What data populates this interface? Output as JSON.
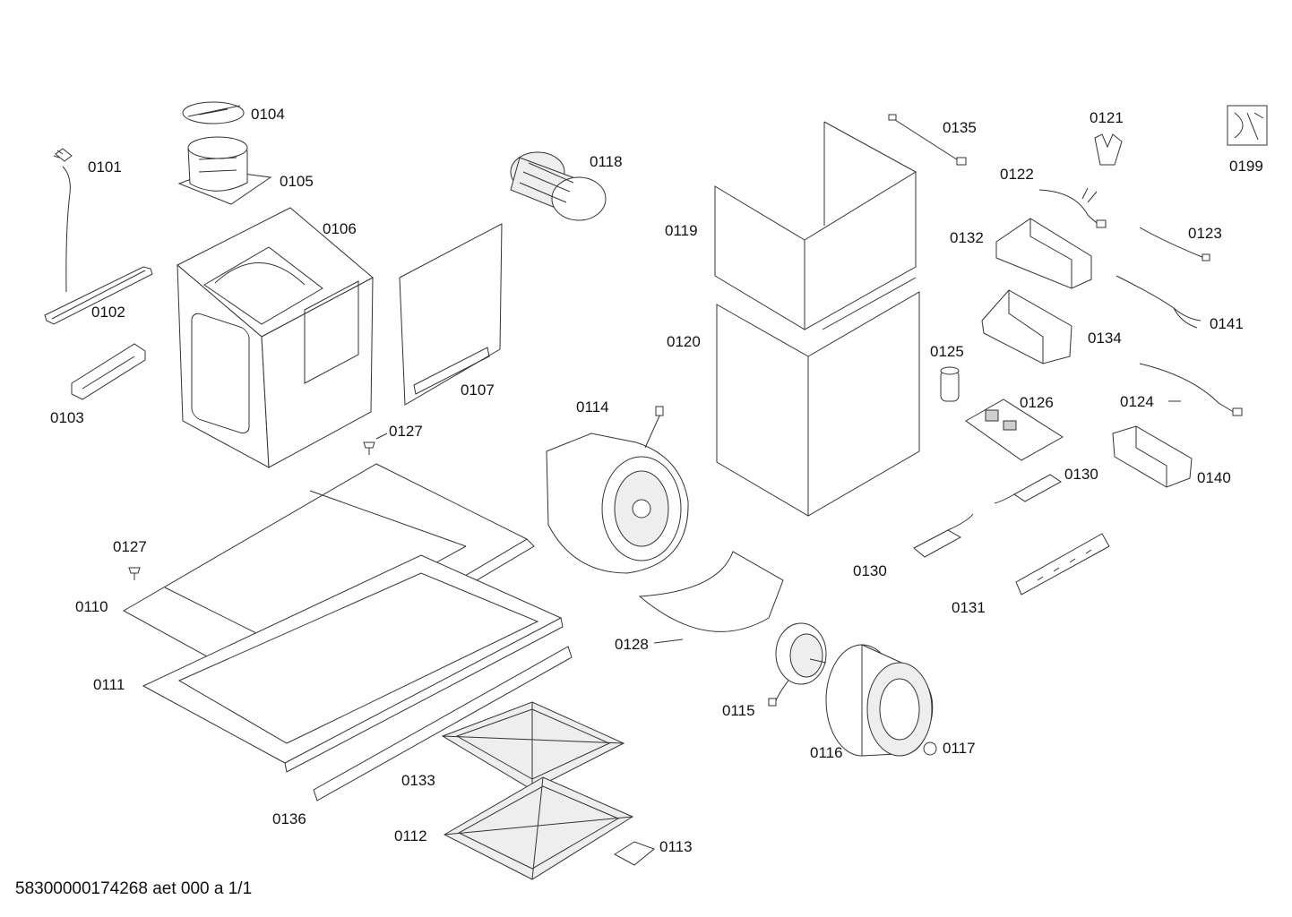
{
  "diagram": {
    "labels": {
      "p0101": "0101",
      "p0102": "0102",
      "p0103": "0103",
      "p0104": "0104",
      "p0105": "0105",
      "p0106": "0106",
      "p0107": "0107",
      "p0110": "0110",
      "p0111": "0111",
      "p0112": "0112",
      "p0113": "0113",
      "p0114": "0114",
      "p0115": "0115",
      "p0116": "0116",
      "p0117": "0117",
      "p0118": "0118",
      "p0119": "0119",
      "p0120": "0120",
      "p0121": "0121",
      "p0122": "0122",
      "p0123": "0123",
      "p0124": "0124",
      "p0125": "0125",
      "p0126": "0126",
      "p0127": "0127",
      "p0128": "0128",
      "p0130": "0130",
      "p0131": "0131",
      "p0132": "0132",
      "p0133": "0133",
      "p0134": "0134",
      "p0135": "0135",
      "p0136": "0136",
      "p0140": "0140",
      "p0141": "0141",
      "p0199": "0199"
    },
    "footer": "58300000174268 aet 000 a 1/1",
    "icons": [
      "power-cord-icon",
      "wrench-tool-icon",
      "fan-wheel-icon",
      "motor-icon"
    ]
  }
}
